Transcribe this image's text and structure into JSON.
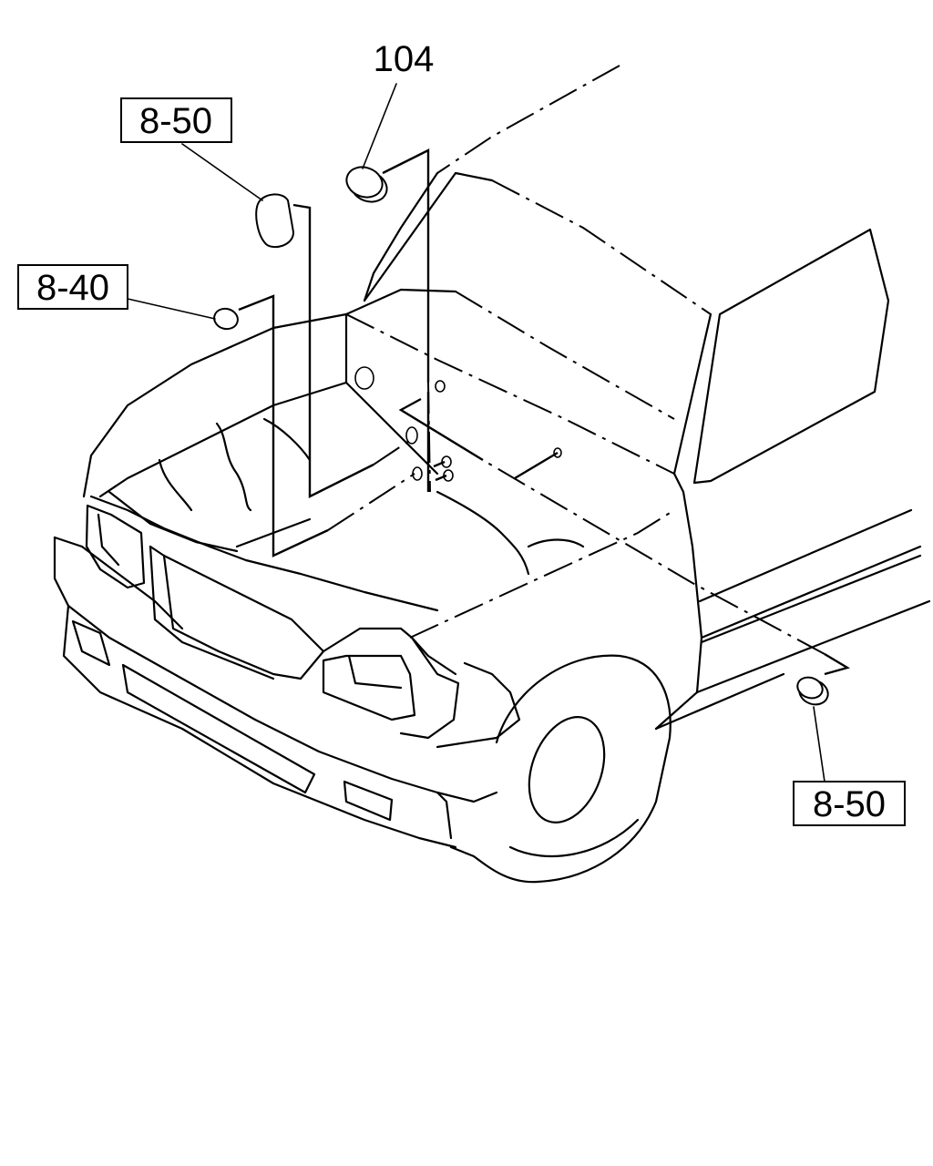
{
  "diagram": {
    "callouts": [
      {
        "id": "c1",
        "text": "8-50",
        "boxed": true
      },
      {
        "id": "c2",
        "text": "104",
        "boxed": false
      },
      {
        "id": "c3",
        "text": "8-40",
        "boxed": true
      },
      {
        "id": "c4",
        "text": "8-50",
        "boxed": true
      }
    ]
  }
}
